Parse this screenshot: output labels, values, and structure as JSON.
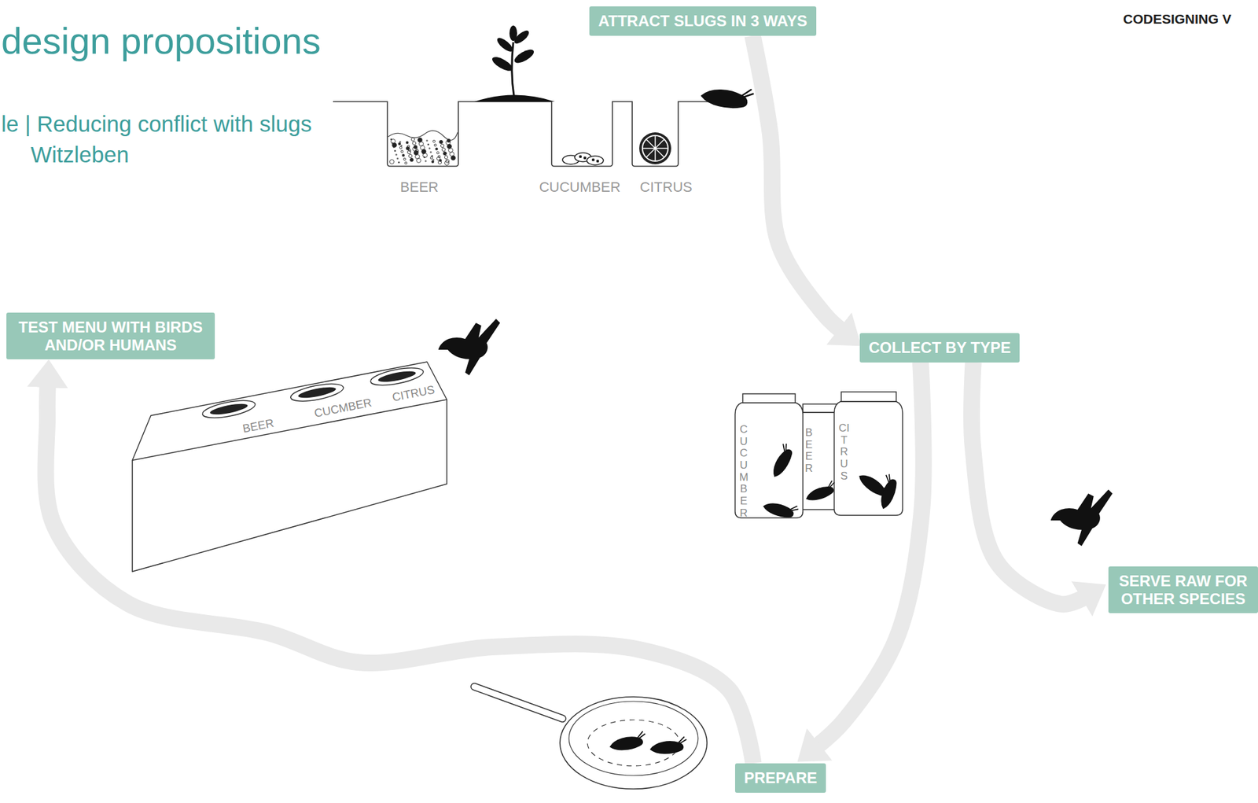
{
  "diagram": {
    "title": "design propositions",
    "nodes": [
      {
        "text": [
          "ATTRACT SLUGS IN 3 WAYS"
        ]
      },
      {
        "text": [
          "COLLECT BY TYPE"
        ]
      },
      {
        "text": [
          "SERVE RAW FOR OTHER SPECIES"
        ]
      },
      {
        "text": [
          "PREPARE"
        ]
      },
      {
        "text": [
          "TEST MENU WITH BIRDS AND/OR HUMANS"
        ]
      }
    ],
    "edges": [
      {
        "from": 0,
        "to": 1,
        "arrow": "to"
      },
      {
        "from": 1,
        "to": 2,
        "arrow": "to"
      },
      {
        "from": 1,
        "to": 3,
        "arrow": "to"
      },
      {
        "from": 3,
        "to": 4,
        "arrow": "to"
      }
    ],
    "labels": [
      "le | Reducing conflict with slugs",
      "Witzleben",
      "CODESIGNING V",
      "BEER",
      "CUCUMBER",
      "CITRUS",
      "CUCUMBER",
      "BEER",
      "CITRUS",
      "BEER",
      "CUCMBER",
      "CITRUS"
    ]
  }
}
